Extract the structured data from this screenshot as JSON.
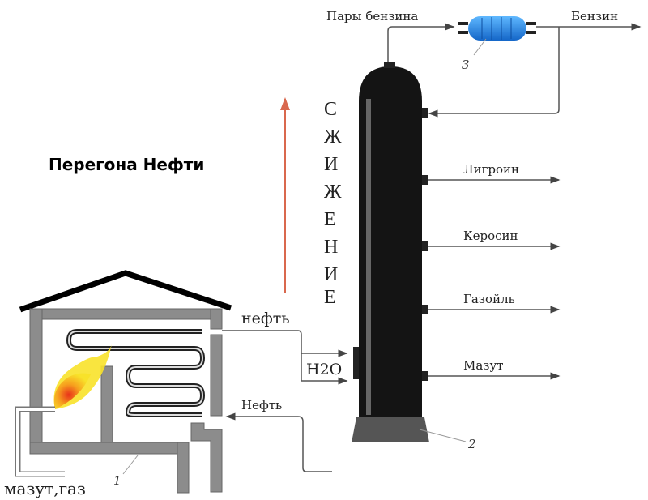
{
  "title": "Перегона Нефти",
  "vertical_word": [
    "С",
    "Ж",
    "И",
    "Ж",
    "Е",
    "Н",
    "И",
    "Е"
  ],
  "labels": {
    "vapors": "Пары бензина",
    "gasoline": "Бензин",
    "condenser_num": "3",
    "ligroin": "Лигроин",
    "kerosene": "Керосин",
    "gasoil": "Газойль",
    "mazut": "Мазут",
    "oil_out": "нефть",
    "water": "H2O",
    "oil_in": "Нефть",
    "fuel": "мазут,газ",
    "furnace_num": "1",
    "column_num": "2"
  },
  "colors": {
    "column": "#141414",
    "condenser": "#2a8ee8",
    "arrow": "#d9684e",
    "wall": "#8c8c8c",
    "flame": "#f6d21c"
  }
}
